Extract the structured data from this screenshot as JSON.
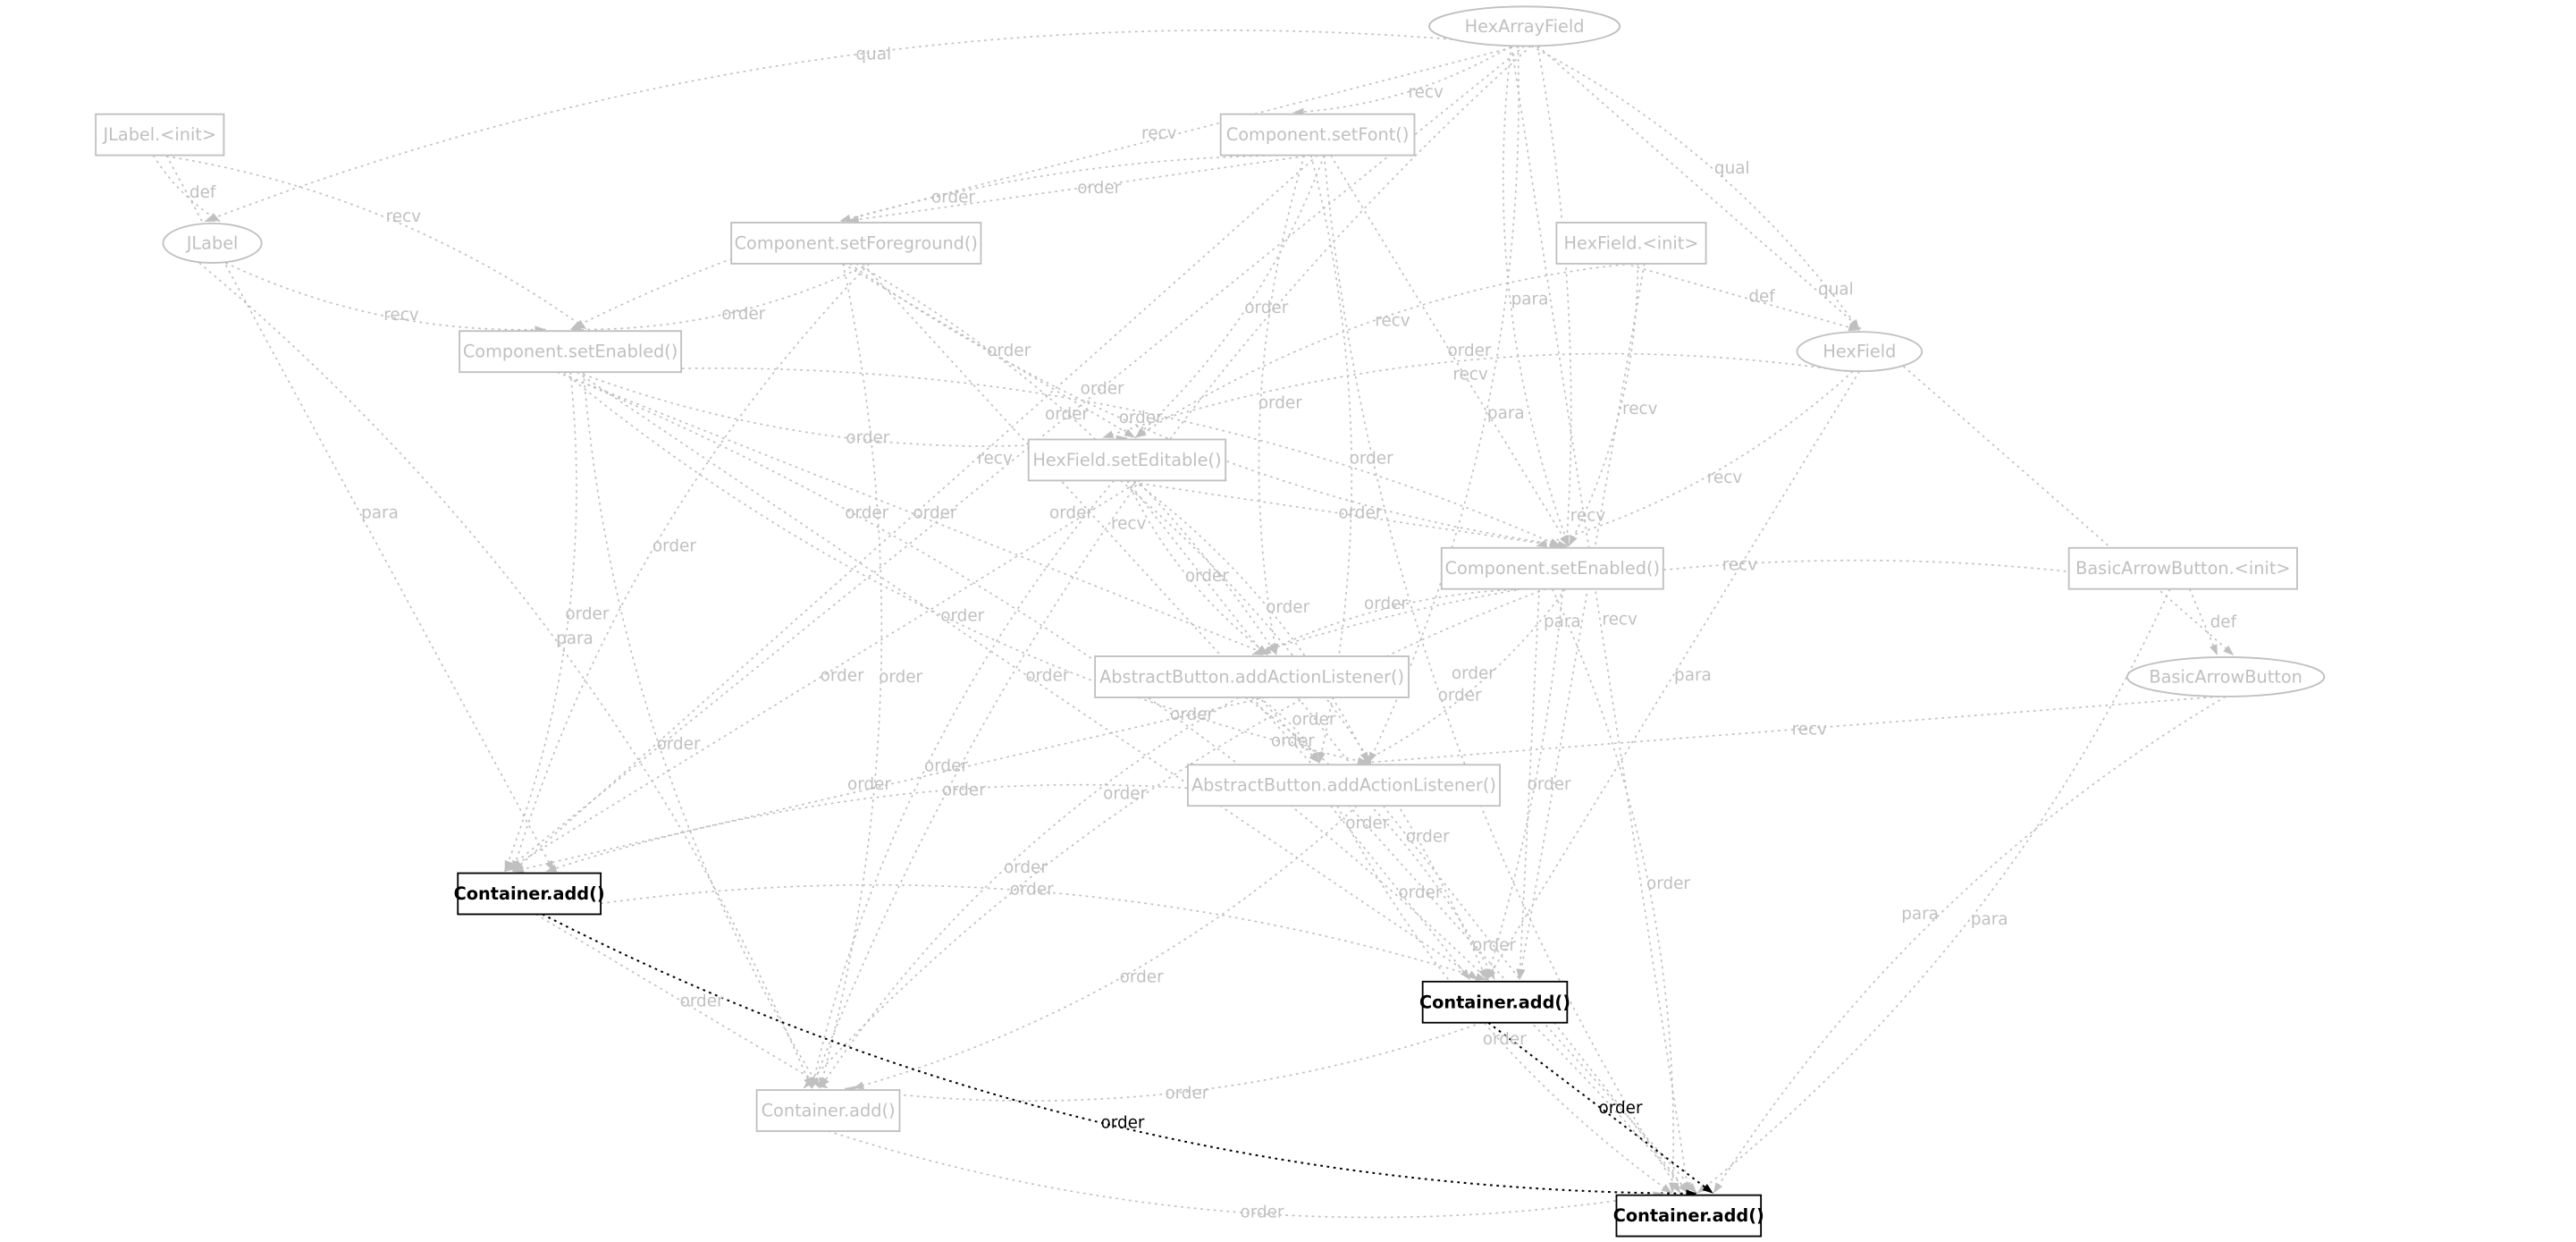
{
  "colors": {
    "faded": "#c0c0c0",
    "highlight": "#000000",
    "background": "#ffffff"
  },
  "nodes": [
    {
      "id": "hexArrayField",
      "label": "HexArrayField",
      "shape": "ellipse",
      "highlighted": false
    },
    {
      "id": "jlabelInit",
      "label": "JLabel.<init>",
      "shape": "box",
      "highlighted": false
    },
    {
      "id": "setFont",
      "label": "Component.setFont()",
      "shape": "box",
      "highlighted": false
    },
    {
      "id": "jlabel",
      "label": "JLabel",
      "shape": "ellipse",
      "highlighted": false
    },
    {
      "id": "setForeground",
      "label": "Component.setForeground()",
      "shape": "box",
      "highlighted": false
    },
    {
      "id": "hexFieldInit",
      "label": "HexField.<init>",
      "shape": "box",
      "highlighted": false
    },
    {
      "id": "setEnabled1",
      "label": "Component.setEnabled()",
      "shape": "box",
      "highlighted": false
    },
    {
      "id": "hexField",
      "label": "HexField",
      "shape": "ellipse",
      "highlighted": false
    },
    {
      "id": "setEditable",
      "label": "HexField.setEditable()",
      "shape": "box",
      "highlighted": false
    },
    {
      "id": "setEnabled2",
      "label": "Component.setEnabled()",
      "shape": "box",
      "highlighted": false
    },
    {
      "id": "basicArrowInit",
      "label": "BasicArrowButton.<init>",
      "shape": "box",
      "highlighted": false
    },
    {
      "id": "basicArrow",
      "label": "BasicArrowButton",
      "shape": "ellipse",
      "highlighted": false
    },
    {
      "id": "addAction1",
      "label": "AbstractButton.addActionListener()",
      "shape": "box",
      "highlighted": false
    },
    {
      "id": "addAction2",
      "label": "AbstractButton.addActionListener()",
      "shape": "box",
      "highlighted": false
    },
    {
      "id": "add1",
      "label": "Container.add()",
      "shape": "box",
      "highlighted": true
    },
    {
      "id": "add2",
      "label": "Container.add()",
      "shape": "box",
      "highlighted": true
    },
    {
      "id": "addGray",
      "label": "Container.add()",
      "shape": "box",
      "highlighted": false
    },
    {
      "id": "add3",
      "label": "Container.add()",
      "shape": "box",
      "highlighted": true
    }
  ],
  "edges": [
    {
      "from": "hexArrayField",
      "to": "setFont",
      "label": "recv",
      "highlighted": false
    },
    {
      "from": "hexArrayField",
      "to": "setForeground",
      "label": "recv",
      "highlighted": false
    },
    {
      "from": "hexArrayField",
      "to": "jlabel",
      "label": "qual",
      "highlighted": false
    },
    {
      "from": "hexArrayField",
      "to": "hexField",
      "label": "qual",
      "highlighted": false
    },
    {
      "from": "hexArrayField",
      "to": "basicArrow",
      "label": "qual",
      "highlighted": false
    },
    {
      "from": "hexArrayField",
      "to": "setEnabled2",
      "label": "para",
      "highlighted": false
    },
    {
      "from": "hexArrayField",
      "to": "addAction2",
      "label": "para",
      "highlighted": false
    },
    {
      "from": "hexArrayField",
      "to": "add1",
      "label": "recv",
      "highlighted": false
    },
    {
      "from": "hexArrayField",
      "to": "addGray",
      "label": "recv",
      "highlighted": false
    },
    {
      "from": "hexArrayField",
      "to": "add2",
      "label": "recv",
      "highlighted": false
    },
    {
      "from": "hexArrayField",
      "to": "add3",
      "label": "recv",
      "highlighted": false
    },
    {
      "from": "jlabelInit",
      "to": "jlabel",
      "label": "def",
      "highlighted": false
    },
    {
      "from": "jlabelInit",
      "to": "setEnabled1",
      "label": "recv",
      "highlighted": false
    },
    {
      "from": "jlabelInit",
      "to": "add1",
      "label": "para",
      "highlighted": false
    },
    {
      "from": "jlabel",
      "to": "setEnabled1",
      "label": "recv",
      "highlighted": false
    },
    {
      "from": "jlabel",
      "to": "addGray",
      "label": "para",
      "highlighted": false
    },
    {
      "from": "setFont",
      "to": "setForeground",
      "label": "order",
      "highlighted": false
    },
    {
      "from": "setFont",
      "to": "setEnabled1",
      "label": "order",
      "highlighted": false
    },
    {
      "from": "setFont",
      "to": "setEditable",
      "label": "order",
      "highlighted": false
    },
    {
      "from": "setFont",
      "to": "setEnabled2",
      "label": "order",
      "highlighted": false
    },
    {
      "from": "setFont",
      "to": "addAction1",
      "label": "order",
      "highlighted": false
    },
    {
      "from": "setFont",
      "to": "addAction2",
      "label": "order",
      "highlighted": false
    },
    {
      "from": "setFont",
      "to": "add1",
      "label": "order",
      "highlighted": false
    },
    {
      "from": "setFont",
      "to": "add3",
      "label": "order",
      "highlighted": false
    },
    {
      "from": "setForeground",
      "to": "setEnabled1",
      "label": "order",
      "highlighted": false
    },
    {
      "from": "setForeground",
      "to": "setEditable",
      "label": "order",
      "highlighted": false
    },
    {
      "from": "setForeground",
      "to": "setEnabled2",
      "label": "order",
      "highlighted": false
    },
    {
      "from": "setForeground",
      "to": "addAction1",
      "label": "order",
      "highlighted": false
    },
    {
      "from": "setForeground",
      "to": "addAction2",
      "label": "order",
      "highlighted": false
    },
    {
      "from": "setForeground",
      "to": "add1",
      "label": "order",
      "highlighted": false
    },
    {
      "from": "setForeground",
      "to": "addGray",
      "label": "order",
      "highlighted": false
    },
    {
      "from": "hexFieldInit",
      "to": "hexField",
      "label": "def",
      "highlighted": false
    },
    {
      "from": "hexFieldInit",
      "to": "setEditable",
      "label": "recv",
      "highlighted": false
    },
    {
      "from": "hexFieldInit",
      "to": "setEnabled2",
      "label": "recv",
      "highlighted": false
    },
    {
      "from": "hexFieldInit",
      "to": "add2",
      "label": "para",
      "highlighted": false
    },
    {
      "from": "hexField",
      "to": "setEditable",
      "label": "recv",
      "highlighted": false
    },
    {
      "from": "hexField",
      "to": "setEnabled2",
      "label": "recv",
      "highlighted": false
    },
    {
      "from": "hexField",
      "to": "add2",
      "label": "para",
      "highlighted": false
    },
    {
      "from": "setEnabled1",
      "to": "setEditable",
      "label": "order",
      "highlighted": false
    },
    {
      "from": "setEnabled1",
      "to": "setEnabled2",
      "label": "order",
      "highlighted": false
    },
    {
      "from": "setEnabled1",
      "to": "addAction1",
      "label": "order",
      "highlighted": false
    },
    {
      "from": "setEnabled1",
      "to": "addAction2",
      "label": "order",
      "highlighted": false
    },
    {
      "from": "setEnabled1",
      "to": "add1",
      "label": "order",
      "highlighted": false
    },
    {
      "from": "setEnabled1",
      "to": "add2",
      "label": "order",
      "highlighted": false
    },
    {
      "from": "setEnabled1",
      "to": "addGray",
      "label": "order",
      "highlighted": false
    },
    {
      "from": "setEnabled1",
      "to": "add3",
      "label": "order",
      "highlighted": false
    },
    {
      "from": "setEditable",
      "to": "setEnabled2",
      "label": "order",
      "highlighted": false
    },
    {
      "from": "setEditable",
      "to": "addAction1",
      "label": "order",
      "highlighted": false
    },
    {
      "from": "setEditable",
      "to": "addAction2",
      "label": "order",
      "highlighted": false
    },
    {
      "from": "setEditable",
      "to": "add1",
      "label": "order",
      "highlighted": false
    },
    {
      "from": "setEditable",
      "to": "addGray",
      "label": "order",
      "highlighted": false
    },
    {
      "from": "setEditable",
      "to": "add2",
      "label": "order",
      "highlighted": false
    },
    {
      "from": "setEditable",
      "to": "add3",
      "label": "order",
      "highlighted": false
    },
    {
      "from": "setEnabled2",
      "to": "addAction1",
      "label": "order",
      "highlighted": false
    },
    {
      "from": "setEnabled2",
      "to": "addAction2",
      "label": "order",
      "highlighted": false
    },
    {
      "from": "setEnabled2",
      "to": "add2",
      "label": "order",
      "highlighted": false
    },
    {
      "from": "setEnabled2",
      "to": "addGray",
      "label": "order",
      "highlighted": false
    },
    {
      "from": "setEnabled2",
      "to": "add3",
      "label": "order",
      "highlighted": false
    },
    {
      "from": "basicArrowInit",
      "to": "basicArrow",
      "label": "def",
      "highlighted": false
    },
    {
      "from": "basicArrowInit",
      "to": "addAction1",
      "label": "recv",
      "highlighted": false
    },
    {
      "from": "basicArrowInit",
      "to": "add3",
      "label": "para",
      "highlighted": false
    },
    {
      "from": "basicArrow",
      "to": "addAction2",
      "label": "recv",
      "highlighted": false
    },
    {
      "from": "basicArrow",
      "to": "add3",
      "label": "para",
      "highlighted": false
    },
    {
      "from": "addAction1",
      "to": "addAction2",
      "label": "order",
      "highlighted": false
    },
    {
      "from": "addAction1",
      "to": "add1",
      "label": "order",
      "highlighted": false
    },
    {
      "from": "addAction1",
      "to": "addGray",
      "label": "order",
      "highlighted": false
    },
    {
      "from": "addAction1",
      "to": "add2",
      "label": "order",
      "highlighted": false
    },
    {
      "from": "addAction1",
      "to": "add3",
      "label": "order",
      "highlighted": false
    },
    {
      "from": "addAction2",
      "to": "add1",
      "label": "order",
      "highlighted": false
    },
    {
      "from": "addAction2",
      "to": "addGray",
      "label": "order",
      "highlighted": false
    },
    {
      "from": "addAction2",
      "to": "add2",
      "label": "order",
      "highlighted": false
    },
    {
      "from": "addAction2",
      "to": "add3",
      "label": "order",
      "highlighted": false
    },
    {
      "from": "add1",
      "to": "add2",
      "label": "order",
      "highlighted": false
    },
    {
      "from": "add1",
      "to": "addGray",
      "label": "order",
      "highlighted": false
    },
    {
      "from": "add1",
      "to": "add3",
      "label": "order",
      "highlighted": true
    },
    {
      "from": "add2",
      "to": "addGray",
      "label": "order",
      "highlighted": false
    },
    {
      "from": "add2",
      "to": "add3",
      "label": "order",
      "highlighted": true
    },
    {
      "from": "addGray",
      "to": "add3",
      "label": "order",
      "highlighted": false
    }
  ]
}
